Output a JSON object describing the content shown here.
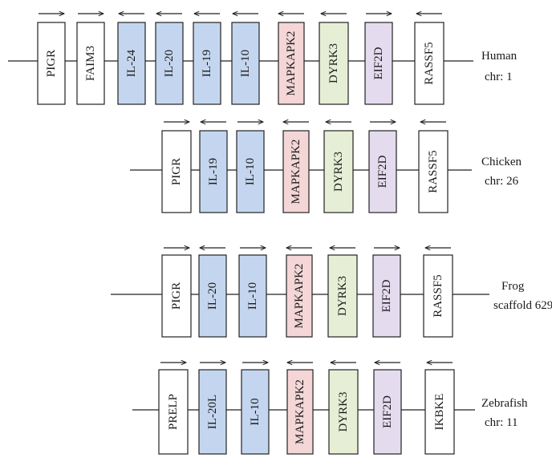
{
  "colors": {
    "white": "#ffffff",
    "il": "#c4d6ef",
    "mapkapk2": "#f4d6d6",
    "dyrk3": "#e6efd6",
    "eif2d": "#e4dcee",
    "stroke": "#222222"
  },
  "rows": [
    {
      "species": "Human",
      "location": "chr: 1",
      "genes": [
        {
          "name": "PIGR",
          "direction": "right",
          "color": "white"
        },
        {
          "name": "FAIM3",
          "direction": "right",
          "color": "white"
        },
        {
          "name": "IL-24",
          "direction": "left",
          "color": "il"
        },
        {
          "name": "IL-20",
          "direction": "left",
          "color": "il"
        },
        {
          "name": "IL-19",
          "direction": "left",
          "color": "il"
        },
        {
          "name": "IL-10",
          "direction": "left",
          "color": "il"
        },
        {
          "name": "MAPKAPK2",
          "direction": "left",
          "color": "mapkapk2"
        },
        {
          "name": "DYRK3",
          "direction": "left",
          "color": "dyrk3"
        },
        {
          "name": "EIF2D",
          "direction": "right",
          "color": "eif2d"
        },
        {
          "name": "RASSF5",
          "direction": "left",
          "color": "white"
        }
      ]
    },
    {
      "species": "Chicken",
      "location": "chr: 26",
      "genes": [
        {
          "name": "PIGR",
          "direction": "right",
          "color": "white"
        },
        {
          "name": "IL-19",
          "direction": "left",
          "color": "il"
        },
        {
          "name": "IL-10",
          "direction": "right",
          "color": "il"
        },
        {
          "name": "MAPKAPK2",
          "direction": "left",
          "color": "mapkapk2"
        },
        {
          "name": "DYRK3",
          "direction": "left",
          "color": "dyrk3"
        },
        {
          "name": "EIF2D",
          "direction": "right",
          "color": "eif2d"
        },
        {
          "name": "RASSF5",
          "direction": "left",
          "color": "white"
        }
      ]
    },
    {
      "species": "Frog",
      "location": "scaffold 629",
      "genes": [
        {
          "name": "PIGR",
          "direction": "right",
          "color": "white"
        },
        {
          "name": "IL-20",
          "direction": "left",
          "color": "il"
        },
        {
          "name": "IL-10",
          "direction": "right",
          "color": "il"
        },
        {
          "name": "MAPKAPK2",
          "direction": "left",
          "color": "mapkapk2"
        },
        {
          "name": "DYRK3",
          "direction": "left",
          "color": "dyrk3"
        },
        {
          "name": "EIF2D",
          "direction": "right",
          "color": "eif2d"
        },
        {
          "name": "RASSF5",
          "direction": "left",
          "color": "white"
        }
      ]
    },
    {
      "species": "Zebrafish",
      "location": "chr: 11",
      "genes": [
        {
          "name": "PRELP",
          "direction": "right",
          "color": "white"
        },
        {
          "name": "IL-20L",
          "direction": "right",
          "color": "il"
        },
        {
          "name": "IL-10",
          "direction": "right",
          "color": "il"
        },
        {
          "name": "MAPKAPK2",
          "direction": "left",
          "color": "mapkapk2"
        },
        {
          "name": "DYRK3",
          "direction": "left",
          "color": "dyrk3"
        },
        {
          "name": "EIF2D",
          "direction": "left",
          "color": "eif2d"
        },
        {
          "name": "IKBKE",
          "direction": "left",
          "color": "white"
        }
      ]
    }
  ]
}
